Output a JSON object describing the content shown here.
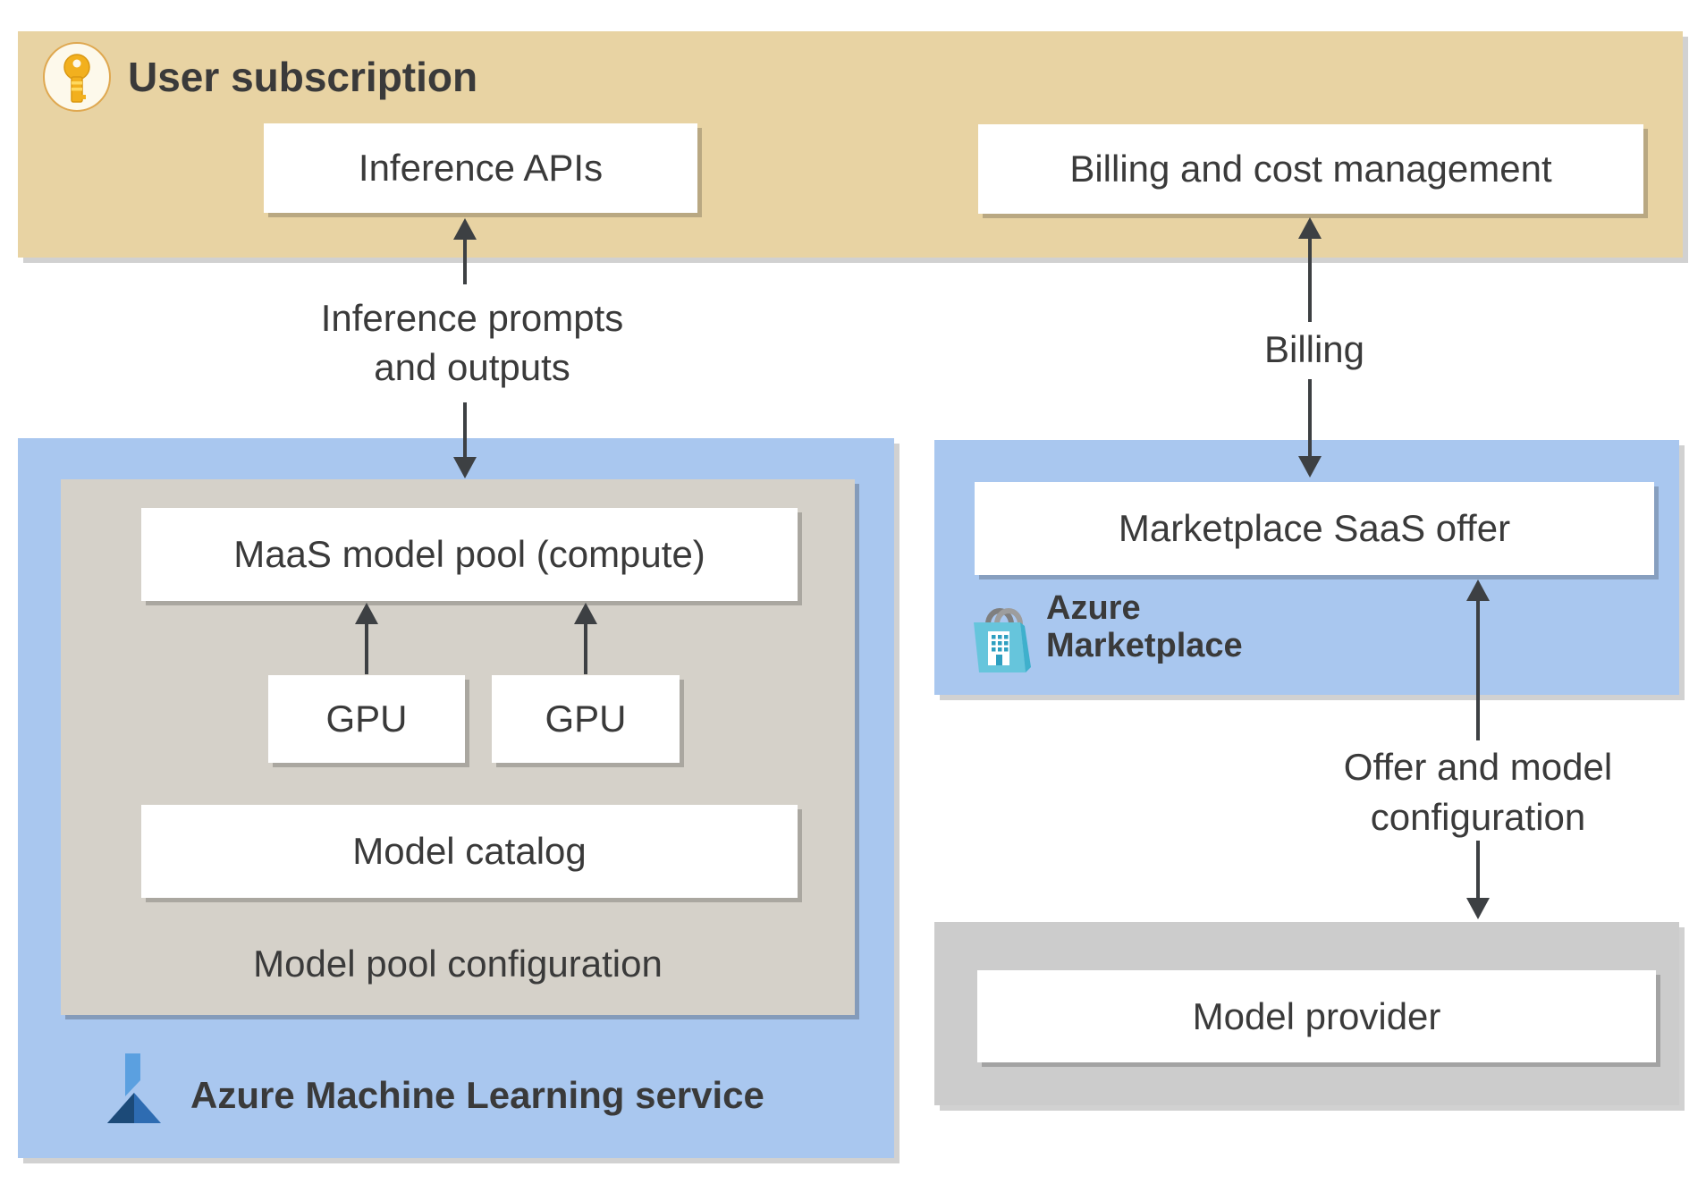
{
  "user_subscription": {
    "title": "User subscription",
    "inference_apis": "Inference APIs",
    "billing_mgmt": "Billing and cost management"
  },
  "aml": {
    "title": "Azure Machine Learning service",
    "maas_pool": "MaaS model pool (compute)",
    "gpu_left": "GPU",
    "gpu_right": "GPU",
    "model_catalog": "Model catalog",
    "pool_config": "Model pool configuration"
  },
  "marketplace": {
    "title_line1": "Azure",
    "title_line2": "Marketplace",
    "saas_offer": "Marketplace SaaS offer"
  },
  "provider": {
    "label": "Model provider"
  },
  "arrows": {
    "inference_line1": "Inference prompts",
    "inference_line2": "and outputs",
    "billing": "Billing",
    "offer_line1": "Offer and model",
    "offer_line2": "configuration"
  },
  "icons": {
    "subscription": "key-icon",
    "machine_learning": "flask-icon",
    "marketplace": "shopping-bag-icon"
  },
  "colors": {
    "band": "#e8d3a3",
    "panel-blue": "#a9c7ef",
    "panel-warm-gray": "#d5d1c9",
    "panel-gray": "#cccccc",
    "box": "#ffffff",
    "ink": "#3d4043",
    "text": "#3a3a3a",
    "key-gold": "#f2b01e",
    "bag-blue": "#66c5dc",
    "flask-dark": "#1c4a78",
    "flask-mid": "#2e6cb2",
    "flask-light": "#5ba0e0"
  }
}
